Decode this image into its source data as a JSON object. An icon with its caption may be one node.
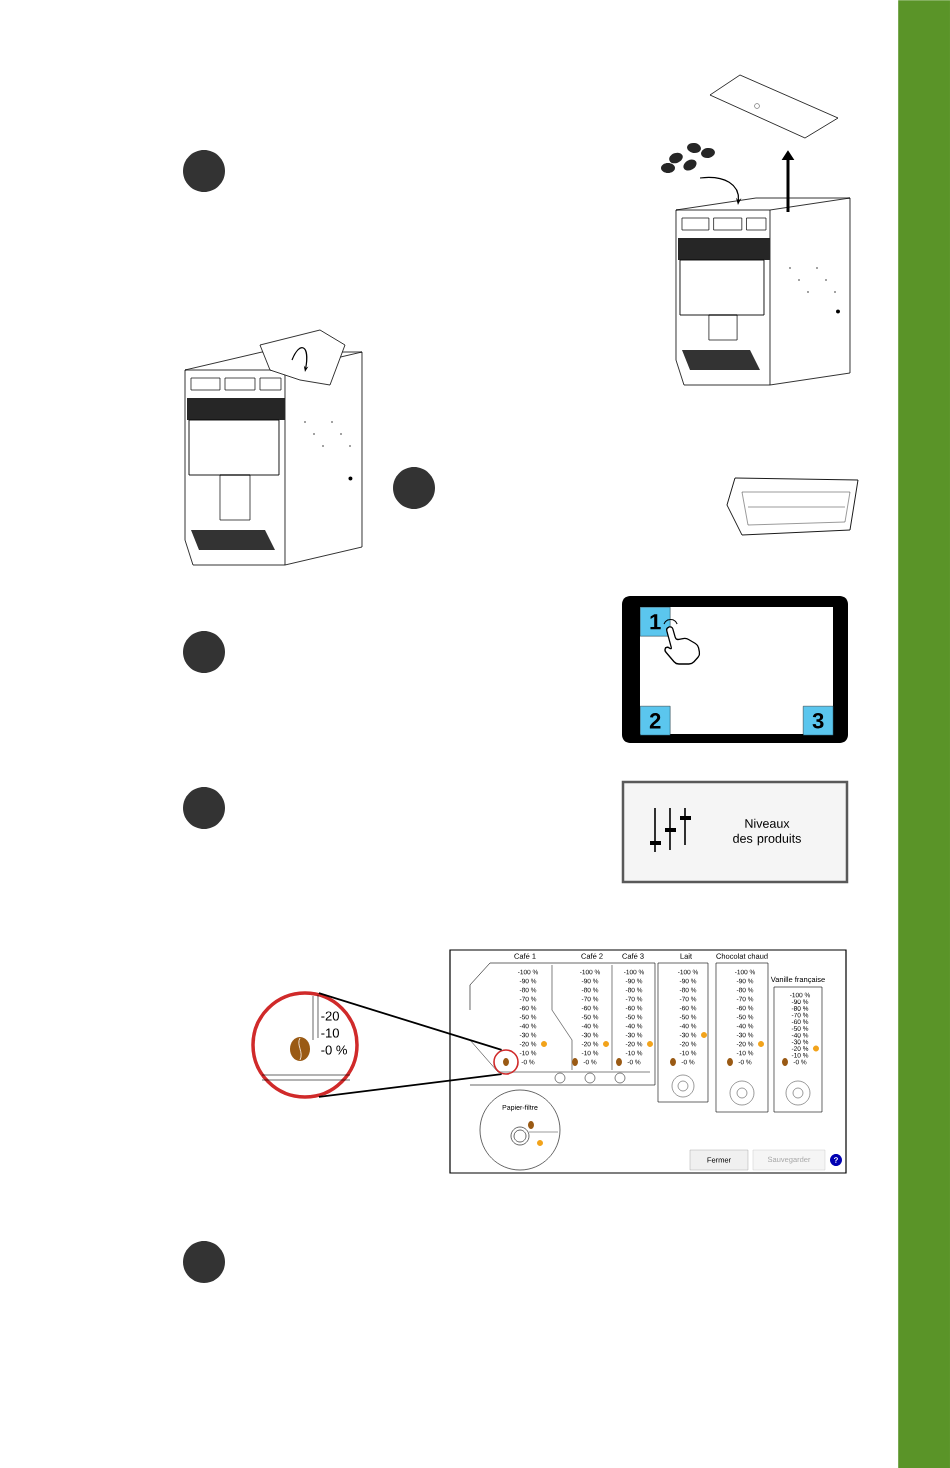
{
  "diagram": {
    "nodes": [
      {
        "text": [
          "-20",
          "-10",
          "-0 %"
        ]
      },
      {
        "text": [],
        "shape": "circle"
      },
      {
        "text": [],
        "shape": "bar"
      }
    ],
    "edges": [
      {
        "from": 0,
        "to": 1,
        "arrow": "none"
      },
      {
        "from": 0,
        "to": 1,
        "arrow": "none"
      }
    ],
    "labels": [
      "1",
      "2",
      "3",
      "Niveaux des produits",
      "Café 1",
      "-100 %",
      "-90 %",
      "-80 %",
      "-70 %",
      "-60 %",
      "-50 %",
      "-40 %",
      "-30 %",
      "-20 %",
      "-10 %",
      "-0 %",
      "Café 2",
      "-100 %",
      "-90 %",
      "-80 %",
      "-70 %",
      "-60 %",
      "-50 %",
      "-40 %",
      "-30 %",
      "-20 %",
      "-10 %",
      "-0 %",
      "Café 3",
      "-100 %",
      "-90 %",
      "-80 %",
      "-70 %",
      "-60 %",
      "-50 %",
      "-40 %",
      "-30 %",
      "-20 %",
      "-10 %",
      "-0 %",
      "Lait",
      "-100 %",
      "-90 %",
      "-80 %",
      "-70 %",
      "-60 %",
      "-50 %",
      "-40 %",
      "-30 %",
      "-20 %",
      "-10 %",
      "-0 %",
      "Chocolat chaud",
      "-100 %",
      "-90 %",
      "-80 %",
      "-70 %",
      "-60 %",
      "-50 %",
      "-40 %",
      "-30 %",
      "-20 %",
      "-10 %",
      "-0 %",
      "Vanille française",
      "-100 %",
      "-90 %",
      "-80 %",
      "-70 %",
      "-60 %",
      "-50 %",
      "-40 %",
      "-30 %",
      "-20 %",
      "-10 %",
      "-0 %",
      "Papier-filtre",
      "Fermer",
      "Sauvegarder",
      "?"
    ]
  }
}
